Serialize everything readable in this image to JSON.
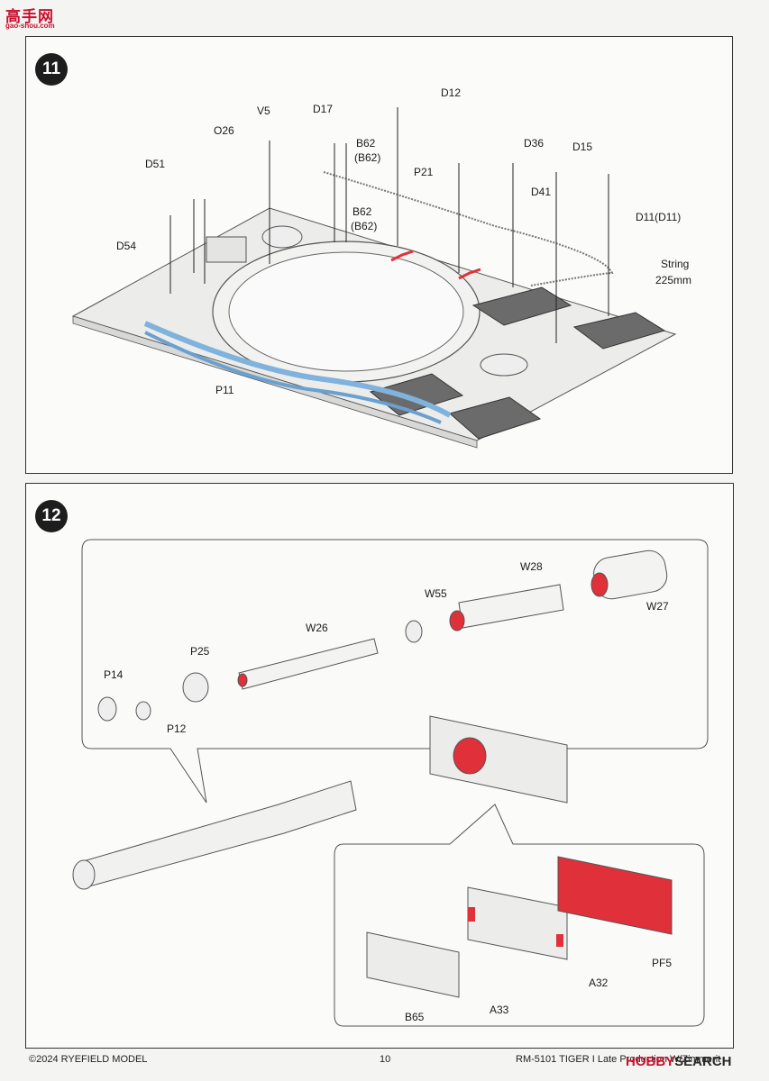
{
  "watermark_top": {
    "chinese": "高手网",
    "url": "gao-shou.com"
  },
  "step11": {
    "number": "11",
    "labels": {
      "v5": "V5",
      "o26": "O26",
      "d17": "D17",
      "d12": "D12",
      "b62a": "B62",
      "b62a_paren": "(B62)",
      "b62b": "B62",
      "b62b_paren": "(B62)",
      "d36": "D36",
      "d15": "D15",
      "d51": "D51",
      "d54": "D54",
      "p21": "P21",
      "d41": "D41",
      "d11": "D11(D11)",
      "string": "String",
      "string_len": "225mm",
      "p11": "P11"
    }
  },
  "step12": {
    "number": "12",
    "labels": {
      "w28": "W28",
      "w55": "W55",
      "w27": "W27",
      "w26": "W26",
      "p25": "P25",
      "p14": "P14",
      "p12": "P12",
      "pf5": "PF5",
      "a32": "A32",
      "a33": "A33",
      "b65": "B65"
    }
  },
  "footer": {
    "copyright": "©2024 RYEFIELD MODEL",
    "page": "10",
    "title": "RM-5101 TIGER I Late Production W/Zimmerit"
  },
  "watermark_bottom": {
    "part1": "HOBBY",
    "part2": "SEARCH"
  },
  "colors": {
    "red_part": "#e0303a",
    "blue_part": "#7fb2dc",
    "outline": "#555555"
  }
}
